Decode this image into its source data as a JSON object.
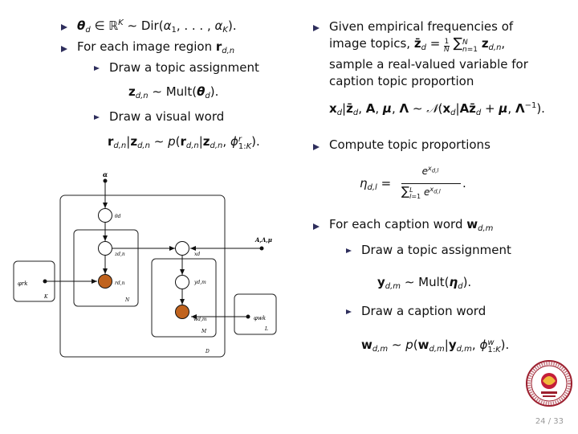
{
  "left": {
    "b1": "θ_d ∈ ℝ^K ∼ Dir(α1, . . . , αK).",
    "b2_pre": "For each image region ",
    "b2_var": "r",
    "b2_sub": "d,n",
    "s1": "Draw a topic assignment",
    "eq1": "z_{d,n} ∼ Mult(θ_d).",
    "s2": "Draw a visual word",
    "eq2": "r_{d,n}|z_{d,n} ∼ p(r_{d,n}|z_{d,n}, φ^r_{1:K})."
  },
  "right": {
    "b1_l1": "Given empirical frequencies of",
    "b1_l2a": "image topics, ",
    "b1_l3": "sample a real-valued variable for",
    "b1_l4": "caption topic proportion",
    "eq1": "x_d|z̄_d, A, μ, Λ ∼ 𝒩(x_d|Az̄_d + μ, Λ^{-1}).",
    "b2": "Compute topic proportions",
    "eq2_lhs": "η",
    "eq2_sub": "d,l",
    "eq2_num": "e^{x_{d,l}}",
    "eq2_den": "∑_{l=1}^{L} e^{x_{d,l}}",
    "b3_pre": "For each caption word ",
    "b3_var": "w",
    "b3_sub": "d,m",
    "s1": "Draw a topic assignment",
    "eq3": "y_{d,m} ∼ Mult(η_d).",
    "s2": "Draw a caption word",
    "eq4": "w_{d,m} ∼ p(w_{d,m}|y_{d,m}, φ^w_{1:K})."
  },
  "diagram": {
    "alpha": "α",
    "theta": "θd",
    "z": "zd,n",
    "r": "rd,n",
    "x": "xd",
    "y": "yd,m",
    "w": "wd,m",
    "alam": "A,Λ,μ",
    "phir": "φrk",
    "phiw": "φwk",
    "plateK1": "K",
    "plateN": "N",
    "plateM": "M",
    "plateL": "L",
    "plateD": "D"
  },
  "colors": {
    "bullet": "#2e2e5c",
    "observed": "#c0631e"
  },
  "page": "24 / 33",
  "logo_text": "POHANG UNIVERSITY OF SCIENCE AND TECHNOLOGY"
}
